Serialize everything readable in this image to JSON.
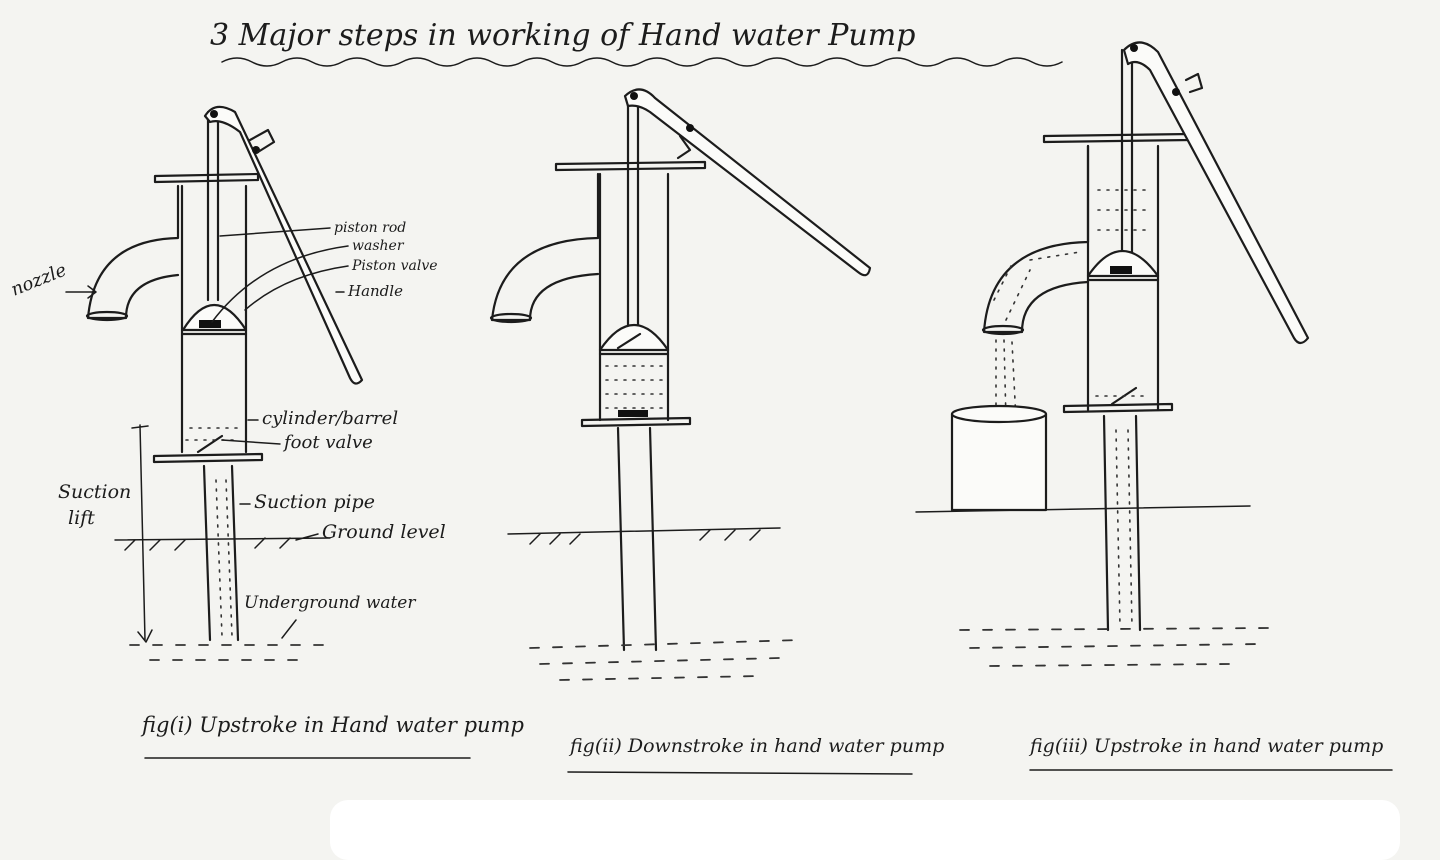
{
  "title": "3 Major steps in working of Hand water Pump",
  "labels": {
    "nozzle": "nozzle",
    "piston_rod": "piston rod",
    "washer": "washer",
    "piston_valve": "Piston valve",
    "handle": "Handle",
    "cylinder": "cylinder/barrel",
    "foot_valve": "foot valve",
    "suction_lift": "Suction lift",
    "suction_pipe": "Suction pipe",
    "ground_level": "Ground level",
    "underground_water": "Underground water"
  },
  "captions": {
    "fig1": "fig(i) Upstroke in Hand water pump",
    "fig2": "fig(ii) Downstroke in hand water pump",
    "fig3": "fig(iii) Upstroke in hand water pump"
  }
}
